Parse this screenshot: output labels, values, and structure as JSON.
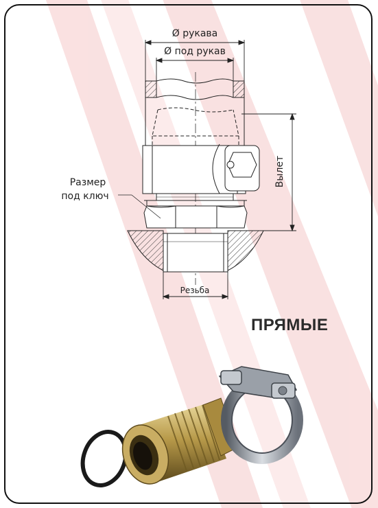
{
  "drawing": {
    "label_hose_diameter": "Ø рукава",
    "label_under_hose_diameter": "Ø под рукав",
    "label_offset": "Вылет",
    "label_wrench_line1": "Размер",
    "label_wrench_line2": "под ключ",
    "label_thread": "Резьба"
  },
  "title": "ПРЯМЫЕ",
  "colors": {
    "stripe": "#f7d6d6",
    "line": "#222222",
    "brass": "#b79a4c",
    "steel": "#8a9099"
  },
  "icons": {
    "fitting": "fitting-photo-icon",
    "clamp": "hose-clamp-icon",
    "ring": "o-ring-icon"
  }
}
